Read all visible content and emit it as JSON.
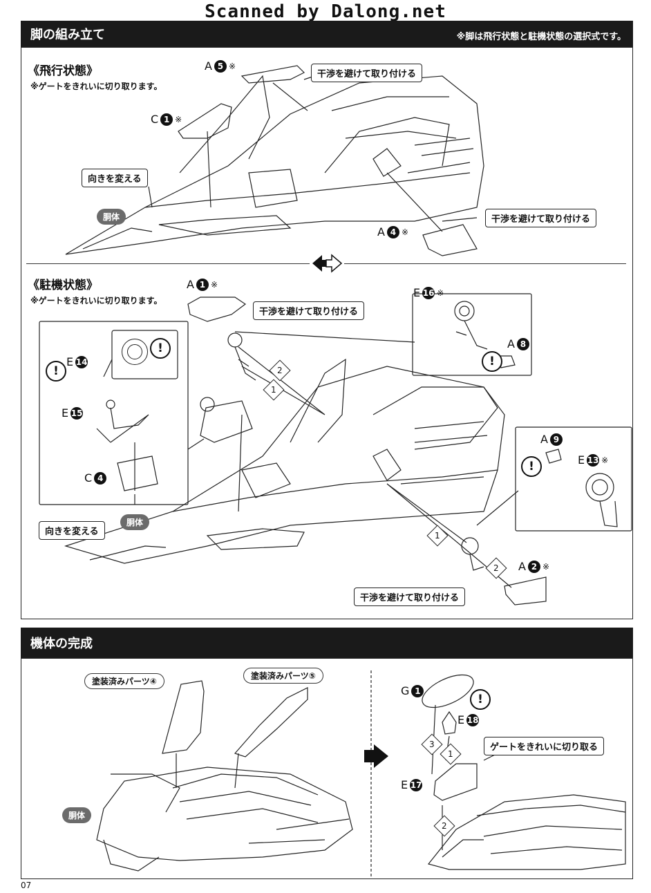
{
  "watermark": "Scanned by Dalong.net",
  "section1": {
    "title": "脚の組み立て",
    "note": "※脚は飛行状態と駐機状態の選択式です。"
  },
  "flight": {
    "title": "《飛行状態》",
    "note": "※ゲートをきれいに切り取ります。",
    "callout_top": "干渉を避けて取り付ける",
    "callout_right": "干渉を避けて取り付ける",
    "reorient": "向きを変える",
    "body_label": "胴体",
    "parts": {
      "a5": {
        "letter": "A",
        "num": "5",
        "mark": "※"
      },
      "c1": {
        "letter": "C",
        "num": "1",
        "mark": "※"
      },
      "a4": {
        "letter": "A",
        "num": "4",
        "mark": "※"
      }
    }
  },
  "parked": {
    "title": "《駐機状態》",
    "note": "※ゲートをきれいに切り取ります。",
    "callout_top": "干渉を避けて取り付ける",
    "callout_bottom": "干渉を避けて取り付ける",
    "reorient": "向きを変える",
    "body_label": "胴体",
    "parts": {
      "a1": {
        "letter": "A",
        "num": "1",
        "mark": "※"
      },
      "e16": {
        "letter": "E",
        "num": "16",
        "mark": "※"
      },
      "a8": {
        "letter": "A",
        "num": "8",
        "mark": ""
      },
      "e14": {
        "letter": "E",
        "num": "14",
        "mark": ""
      },
      "e15": {
        "letter": "E",
        "num": "15",
        "mark": ""
      },
      "c4": {
        "letter": "C",
        "num": "4",
        "mark": ""
      },
      "a9": {
        "letter": "A",
        "num": "9",
        "mark": ""
      },
      "e13": {
        "letter": "E",
        "num": "13",
        "mark": "※"
      },
      "a2": {
        "letter": "A",
        "num": "2",
        "mark": "※"
      }
    },
    "steps": [
      "2",
      "1",
      "1",
      "2"
    ]
  },
  "section2": {
    "title": "機体の完成",
    "painted4": "塗装済みパーツ④",
    "painted5": "塗装済みパーツ⑤",
    "body_label": "胴体",
    "gate_note": "ゲートをきれいに切り取る",
    "parts": {
      "g1": {
        "letter": "G",
        "num": "1",
        "mark": ""
      },
      "e18": {
        "letter": "E",
        "num": "18",
        "mark": ""
      },
      "e17": {
        "letter": "E",
        "num": "17",
        "mark": ""
      }
    },
    "steps": [
      "3",
      "1",
      "2"
    ]
  },
  "page_number": "07",
  "warning_glyph": "!",
  "icons": [
    "exclamation-icon",
    "swap-arrows-icon",
    "arrow-right-icon"
  ]
}
